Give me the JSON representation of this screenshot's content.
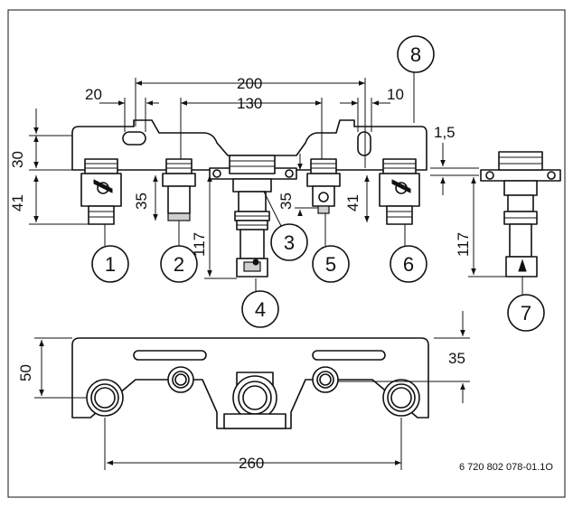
{
  "dimensions": {
    "d20": "20",
    "d200": "200",
    "d130": "130",
    "d10": "10",
    "d1_5": "1,5",
    "d30": "30",
    "d41_left": "41",
    "d35_left": "35",
    "d117_main": "117",
    "d35_mid": "35",
    "d41_right": "41",
    "d117_side": "117",
    "d50": "50",
    "d35_bottom": "35",
    "d260": "260"
  },
  "callouts": [
    "1",
    "2",
    "3",
    "4",
    "5",
    "6",
    "7",
    "8"
  ],
  "reference_code": "6 720 802 078-01.1O"
}
